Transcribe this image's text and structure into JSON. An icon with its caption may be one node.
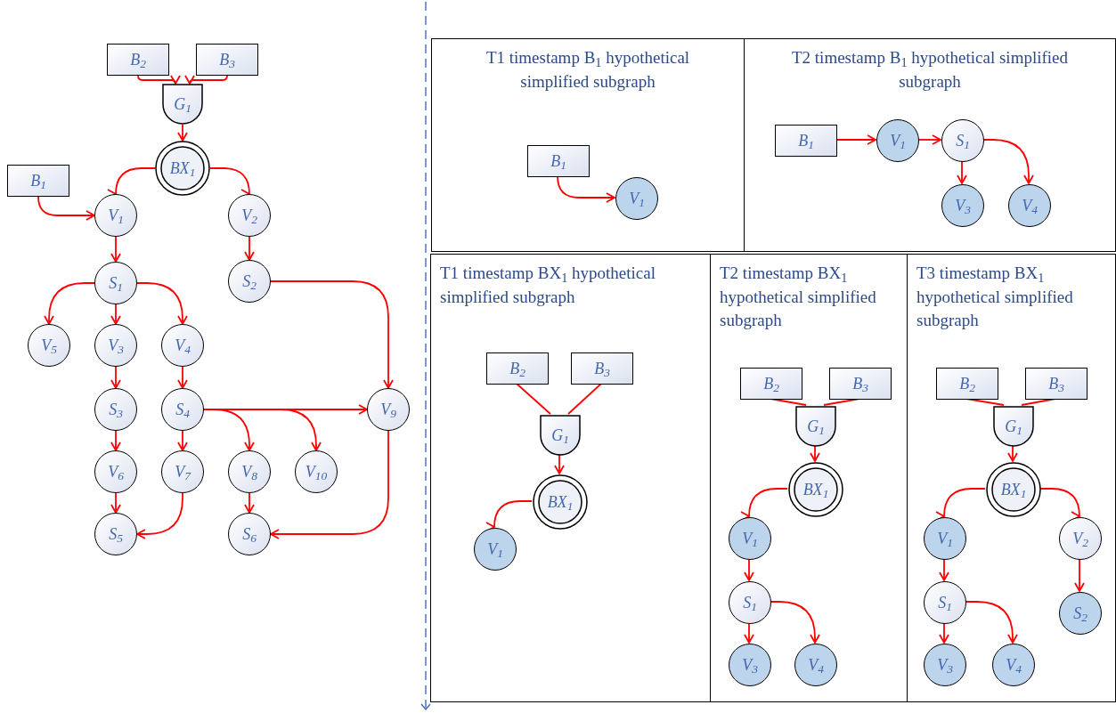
{
  "diagram": {
    "nodes": [
      {
        "text": [
          "B$_{2}$"
        ]
      },
      {
        "text": [
          "B$_{3}$"
        ]
      },
      {
        "text": [
          "G$_{1}$"
        ]
      },
      {
        "text": [
          "BX$_{1}$"
        ]
      },
      {
        "text": [
          "B$_{1}$"
        ]
      },
      {
        "text": [
          "V$_{1}$"
        ]
      },
      {
        "text": [
          "V$_{2}$"
        ]
      },
      {
        "text": [
          "S$_{1}$"
        ]
      },
      {
        "text": [
          "S$_{2}$"
        ]
      },
      {
        "text": [
          "V$_{5}$"
        ]
      },
      {
        "text": [
          "V$_{3}$"
        ]
      },
      {
        "text": [
          "V$_{4}$"
        ]
      },
      {
        "text": [
          "S$_{3}$"
        ]
      },
      {
        "text": [
          "S$_{4}$"
        ]
      },
      {
        "text": [
          "V$_{9}$"
        ]
      },
      {
        "text": [
          "V$_{6}$"
        ]
      },
      {
        "text": [
          "V$_{7}$"
        ]
      },
      {
        "text": [
          "V$_{8}$"
        ]
      },
      {
        "text": [
          "V$_{10}$"
        ]
      },
      {
        "text": [
          "S$_{5}$"
        ]
      },
      {
        "text": [
          "S$_{6}$"
        ]
      },
      {
        "text": [
          "T1 timestamp B$_{1}$ hypothetical simplified subgraph"
        ]
      },
      {
        "text": [
          "B$_{1}$"
        ],
        "in": 21
      },
      {
        "text": [
          "V$_{1}$"
        ],
        "in": 21
      },
      {
        "text": [
          "T2 timestamp B$_{1}$ hypothetical simplified subgraph"
        ]
      },
      {
        "text": [
          "B$_{1}$"
        ],
        "in": 24
      },
      {
        "text": [
          "V$_{1}$"
        ],
        "in": 24
      },
      {
        "text": [
          "S$_{1}$"
        ],
        "in": 24
      },
      {
        "text": [
          "V$_{3}$"
        ],
        "in": 24
      },
      {
        "text": [
          "V$_{4}$"
        ],
        "in": 24
      },
      {
        "text": [
          "T1 timestamp BX$_{1}$ hypothetical simplified subgraph"
        ]
      },
      {
        "text": [
          "B$_{2}$"
        ],
        "in": 30
      },
      {
        "text": [
          "B$_{3}$"
        ],
        "in": 30
      },
      {
        "text": [
          "G$_{1}$"
        ],
        "in": 30
      },
      {
        "text": [
          "BX$_{1}$"
        ],
        "in": 30
      },
      {
        "text": [
          "V$_{1}$"
        ],
        "in": 30
      },
      {
        "text": [
          "T2 timestamp BX$_{1}$ hypothetical simplified subgraph"
        ]
      },
      {
        "text": [
          "B$_{2}$"
        ],
        "in": 36
      },
      {
        "text": [
          "B$_{3}$"
        ],
        "in": 36
      },
      {
        "text": [
          "G$_{1}$"
        ],
        "in": 36
      },
      {
        "text": [
          "BX$_{1}$"
        ],
        "in": 36
      },
      {
        "text": [
          "V$_{1}$"
        ],
        "in": 36
      },
      {
        "text": [
          "S$_{1}$"
        ],
        "in": 36
      },
      {
        "text": [
          "V$_{3}$"
        ],
        "in": 36
      },
      {
        "text": [
          "V$_{4}$"
        ],
        "in": 36
      },
      {
        "text": [
          "T3 timestamp BX$_{1}$ hypothetical simplified subgraph"
        ]
      },
      {
        "text": [
          "B$_{2}$"
        ],
        "in": 45
      },
      {
        "text": [
          "B$_{3}$"
        ],
        "in": 45
      },
      {
        "text": [
          "G$_{1}$"
        ],
        "in": 45
      },
      {
        "text": [
          "BX$_{1}$"
        ],
        "in": 45
      },
      {
        "text": [
          "V$_{1}$"
        ],
        "in": 45
      },
      {
        "text": [
          "V$_{2}$"
        ],
        "in": 45
      },
      {
        "text": [
          "S$_{1}$"
        ],
        "in": 45
      },
      {
        "text": [
          "S$_{2}$"
        ],
        "in": 45
      },
      {
        "text": [
          "V$_{3}$"
        ],
        "in": 45
      },
      {
        "text": [
          "V$_{4}$"
        ],
        "in": 45
      }
    ],
    "edges": [
      {
        "from": 0,
        "to": 2,
        "arrow": "to"
      },
      {
        "from": 1,
        "to": 2,
        "arrow": "to"
      },
      {
        "from": 2,
        "to": 3,
        "arrow": "to"
      },
      {
        "from": 3,
        "to": 5,
        "arrow": "to"
      },
      {
        "from": 3,
        "to": 6,
        "arrow": "to"
      },
      {
        "from": 4,
        "to": 5,
        "arrow": "to"
      },
      {
        "from": 5,
        "to": 7,
        "arrow": "to"
      },
      {
        "from": 6,
        "to": 8,
        "arrow": "to"
      },
      {
        "from": 7,
        "to": 9,
        "arrow": "to"
      },
      {
        "from": 7,
        "to": 10,
        "arrow": "to"
      },
      {
        "from": 7,
        "to": 11,
        "arrow": "to"
      },
      {
        "from": 8,
        "to": 14,
        "arrow": "to"
      },
      {
        "from": 10,
        "to": 12,
        "arrow": "to"
      },
      {
        "from": 11,
        "to": 13,
        "arrow": "to"
      },
      {
        "from": 13,
        "to": 14,
        "arrow": "to"
      },
      {
        "from": 13,
        "to": 16,
        "arrow": "to"
      },
      {
        "from": 13,
        "to": 17,
        "arrow": "to"
      },
      {
        "from": 13,
        "to": 18,
        "arrow": "to"
      },
      {
        "from": 12,
        "to": 15,
        "arrow": "to"
      },
      {
        "from": 15,
        "to": 19,
        "arrow": "to"
      },
      {
        "from": 16,
        "to": 19,
        "arrow": "to"
      },
      {
        "from": 17,
        "to": 20,
        "arrow": "to"
      },
      {
        "from": 14,
        "to": 20,
        "arrow": "to"
      },
      {
        "from": 22,
        "to": 23,
        "arrow": "to"
      },
      {
        "from": 25,
        "to": 26,
        "arrow": "to"
      },
      {
        "from": 26,
        "to": 27,
        "arrow": "to"
      },
      {
        "from": 27,
        "to": 28,
        "arrow": "to"
      },
      {
        "from": 27,
        "to": 29,
        "arrow": "to"
      },
      {
        "from": 31,
        "to": 33,
        "arrow": "none"
      },
      {
        "from": 32,
        "to": 33,
        "arrow": "none"
      },
      {
        "from": 33,
        "to": 34,
        "arrow": "to"
      },
      {
        "from": 34,
        "to": 35,
        "arrow": "to"
      },
      {
        "from": 37,
        "to": 39,
        "arrow": "none"
      },
      {
        "from": 38,
        "to": 39,
        "arrow": "none"
      },
      {
        "from": 39,
        "to": 40,
        "arrow": "to"
      },
      {
        "from": 40,
        "to": 41,
        "arrow": "to"
      },
      {
        "from": 41,
        "to": 42,
        "arrow": "to"
      },
      {
        "from": 42,
        "to": 43,
        "arrow": "to"
      },
      {
        "from": 42,
        "to": 44,
        "arrow": "to"
      },
      {
        "from": 46,
        "to": 48,
        "arrow": "none"
      },
      {
        "from": 47,
        "to": 48,
        "arrow": "none"
      },
      {
        "from": 48,
        "to": 49,
        "arrow": "to"
      },
      {
        "from": 49,
        "to": 50,
        "arrow": "to"
      },
      {
        "from": 49,
        "to": 51,
        "arrow": "to"
      },
      {
        "from": 50,
        "to": 52,
        "arrow": "to"
      },
      {
        "from": 51,
        "to": 53,
        "arrow": "to"
      },
      {
        "from": 52,
        "to": 54,
        "arrow": "to"
      },
      {
        "from": 52,
        "to": 55,
        "arrow": "to"
      }
    ]
  }
}
